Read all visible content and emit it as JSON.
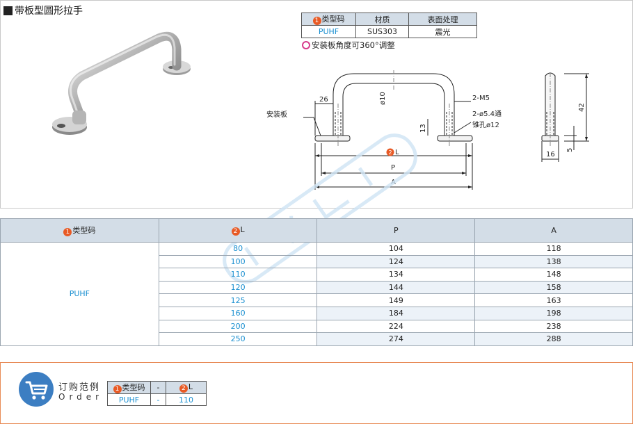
{
  "title": "带板型圆形拉手",
  "spec": {
    "headers": [
      "类型码",
      "材质",
      "表面处理"
    ],
    "type_badge": "1",
    "values": [
      "PUHF",
      "SUS303",
      "震光"
    ]
  },
  "note": "安装板角度可360°调整",
  "drawing": {
    "labels": {
      "plate": "安装板",
      "d26": "26",
      "phi10": "ø10",
      "m5": "2-M5",
      "hole": "2-ø5.4通",
      "csk": "锥孔ø12",
      "d13": "13",
      "L": "L",
      "L_badge": "2",
      "P": "P",
      "A": "A",
      "d42": "42",
      "d16": "16",
      "d5": "5"
    }
  },
  "size_table": {
    "headers": {
      "type": "类型码",
      "type_badge": "1",
      "L": "L",
      "L_badge": "2",
      "P": "P",
      "A": "A"
    },
    "type": "PUHF",
    "rows": [
      {
        "L": "80",
        "P": "104",
        "A": "118"
      },
      {
        "L": "100",
        "P": "124",
        "A": "138"
      },
      {
        "L": "110",
        "P": "134",
        "A": "148"
      },
      {
        "L": "120",
        "P": "144",
        "A": "158"
      },
      {
        "L": "125",
        "P": "149",
        "A": "163"
      },
      {
        "L": "160",
        "P": "184",
        "A": "198"
      },
      {
        "L": "200",
        "P": "224",
        "A": "238"
      },
      {
        "L": "250",
        "P": "274",
        "A": "288"
      }
    ]
  },
  "order": {
    "cn": "订购范例",
    "en": "Order",
    "headers": [
      "类型码",
      "-",
      "L"
    ],
    "header_badges": [
      "1",
      "2"
    ],
    "values": [
      "PUHF",
      "-",
      "110"
    ]
  },
  "colors": {
    "accent_blue": "#1a8fd0",
    "badge_orange": "#e85a25",
    "header_bg": "#d3dde7",
    "order_border": "#e88a55"
  }
}
